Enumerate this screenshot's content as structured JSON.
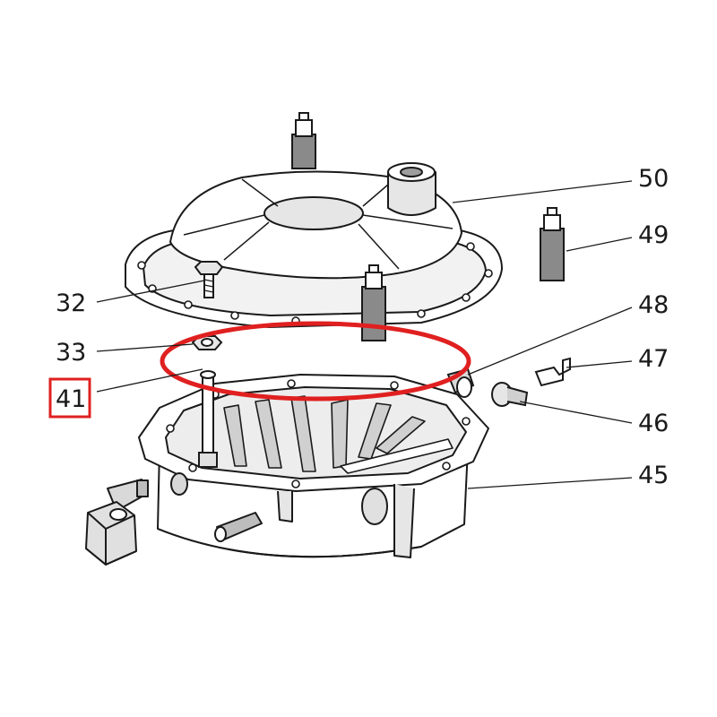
{
  "labels": {
    "l32": "32",
    "l33": "33",
    "l41": "41",
    "l45": "45",
    "l46": "46",
    "l47": "47",
    "l48": "48",
    "l49": "49",
    "l50": "50"
  },
  "highlight": {
    "selected_part": "41",
    "color": "#e02020"
  },
  "colors": {
    "line": "#1a1a1a",
    "part_fill": "#ffffff",
    "shade_light": "#e6e6e6",
    "shade_mid": "#bdbdbd",
    "shade_dark": "#6e6e6e",
    "gasket_ring": "#e02020"
  }
}
